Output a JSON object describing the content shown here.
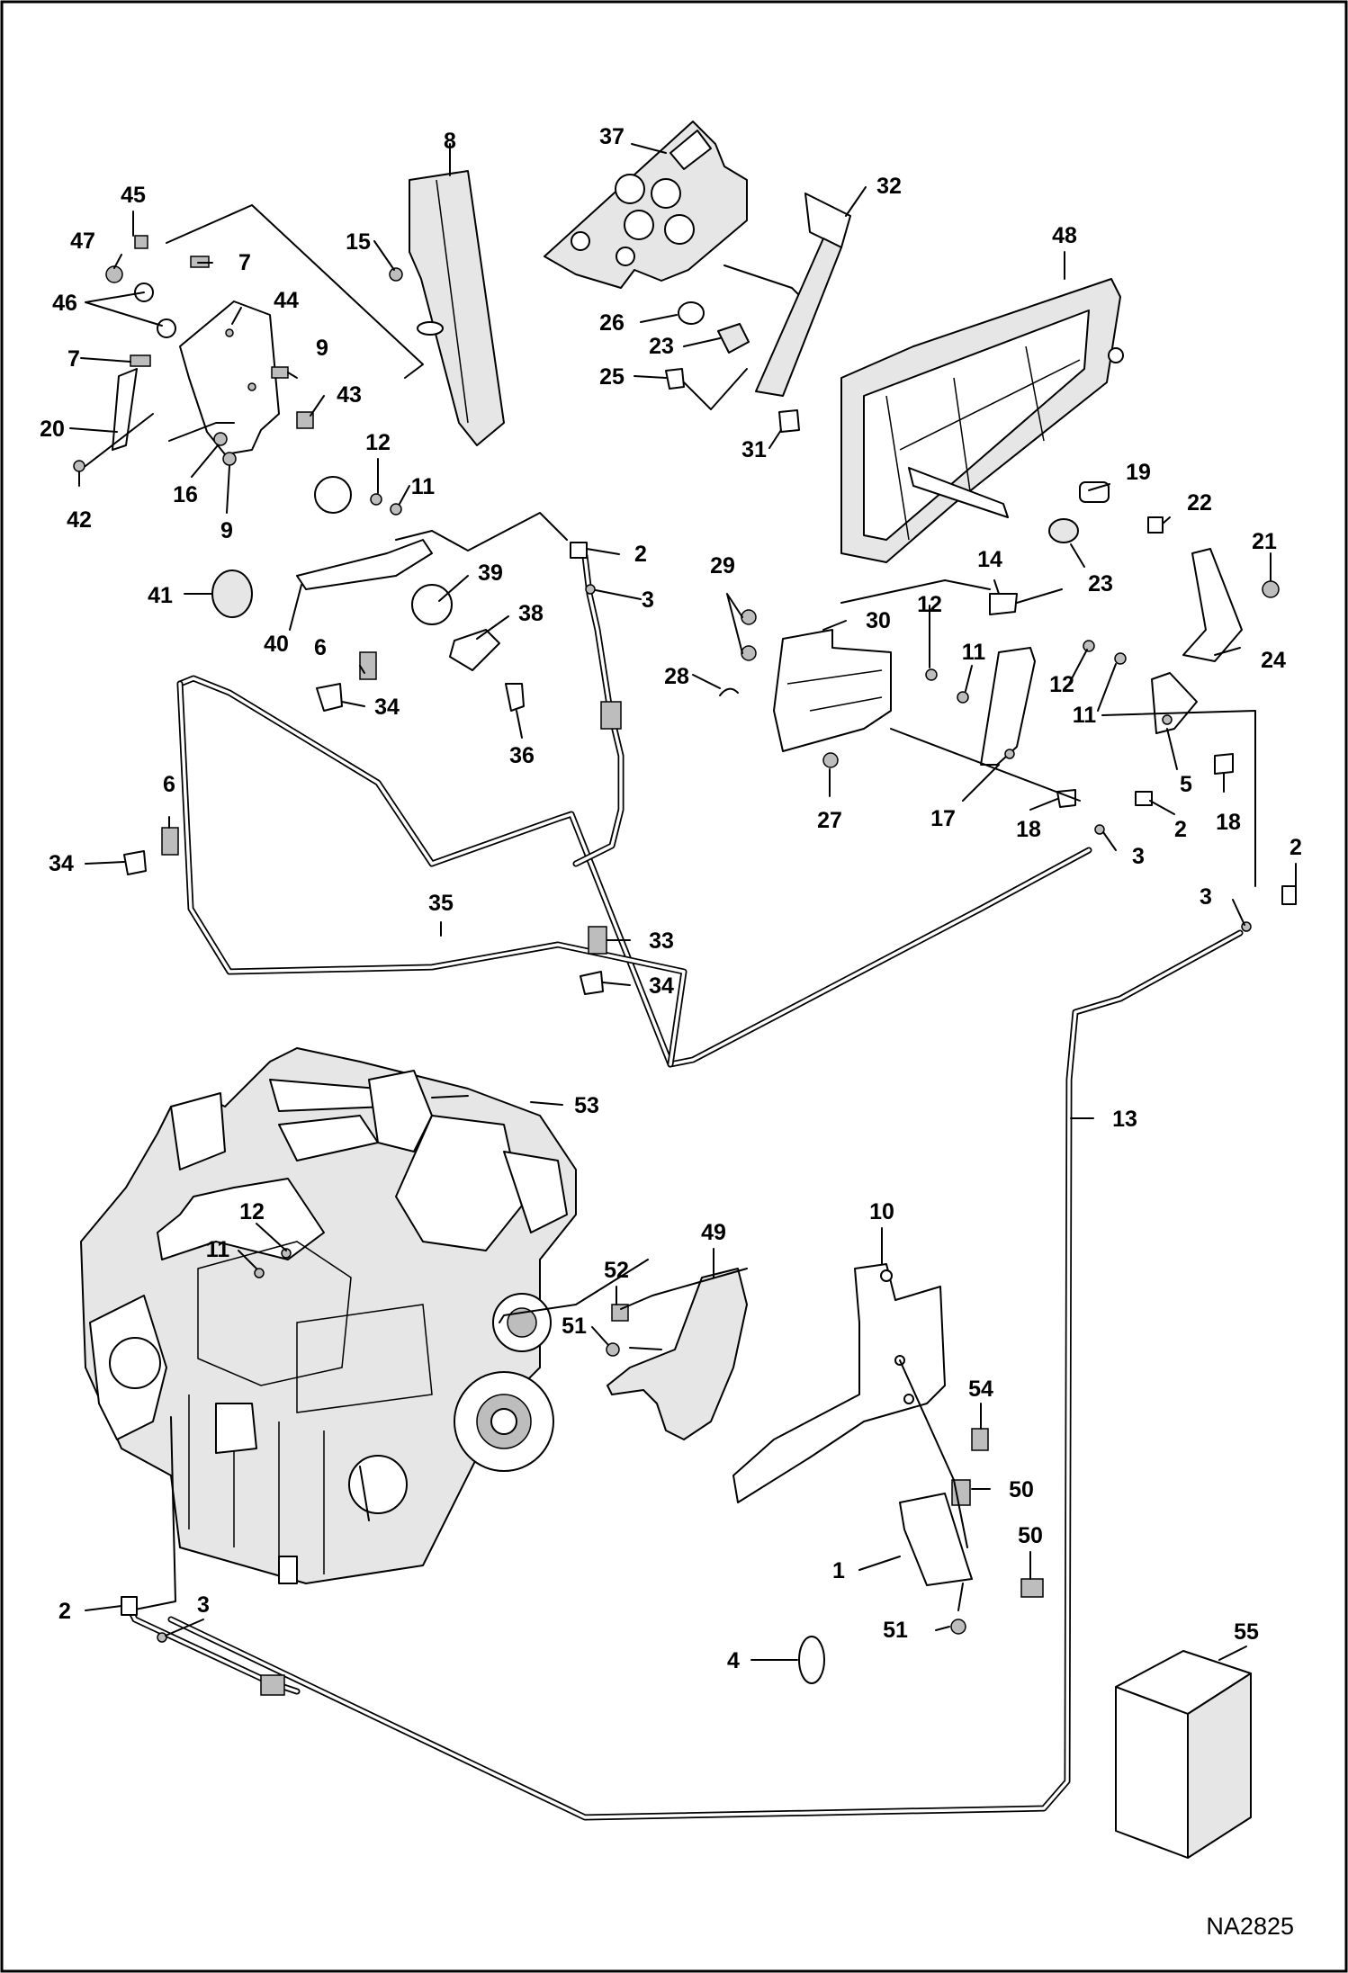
{
  "diagram": {
    "drawing_number": "NA2825",
    "callouts": [
      {
        "id": "c45",
        "label": "45"
      },
      {
        "id": "c47",
        "label": "47"
      },
      {
        "id": "c46",
        "label": "46"
      },
      {
        "id": "c7a",
        "label": "7"
      },
      {
        "id": "c7b",
        "label": "7"
      },
      {
        "id": "c44",
        "label": "44"
      },
      {
        "id": "c9a",
        "label": "9"
      },
      {
        "id": "c43",
        "label": "43"
      },
      {
        "id": "c20",
        "label": "20"
      },
      {
        "id": "c42",
        "label": "42"
      },
      {
        "id": "c16",
        "label": "16"
      },
      {
        "id": "c9b",
        "label": "9"
      },
      {
        "id": "c8",
        "label": "8"
      },
      {
        "id": "c15",
        "label": "15"
      },
      {
        "id": "c12a",
        "label": "12"
      },
      {
        "id": "c11a",
        "label": "11"
      },
      {
        "id": "c2a",
        "label": "2"
      },
      {
        "id": "c3a",
        "label": "3"
      },
      {
        "id": "c41",
        "label": "41"
      },
      {
        "id": "c40",
        "label": "40"
      },
      {
        "id": "c39",
        "label": "39"
      },
      {
        "id": "c38",
        "label": "38"
      },
      {
        "id": "c6a",
        "label": "6"
      },
      {
        "id": "c34a",
        "label": "34"
      },
      {
        "id": "c36",
        "label": "36"
      },
      {
        "id": "c37",
        "label": "37"
      },
      {
        "id": "c32",
        "label": "32"
      },
      {
        "id": "c26",
        "label": "26"
      },
      {
        "id": "c23a",
        "label": "23"
      },
      {
        "id": "c25",
        "label": "25"
      },
      {
        "id": "c31",
        "label": "31"
      },
      {
        "id": "c48",
        "label": "48"
      },
      {
        "id": "c19",
        "label": "19"
      },
      {
        "id": "c22",
        "label": "22"
      },
      {
        "id": "c21",
        "label": "21"
      },
      {
        "id": "c14",
        "label": "14"
      },
      {
        "id": "c23b",
        "label": "23"
      },
      {
        "id": "c24",
        "label": "24"
      },
      {
        "id": "c29",
        "label": "29"
      },
      {
        "id": "c30",
        "label": "30"
      },
      {
        "id": "c12b",
        "label": "12"
      },
      {
        "id": "c11b",
        "label": "11"
      },
      {
        "id": "c12c",
        "label": "12"
      },
      {
        "id": "c11c",
        "label": "11"
      },
      {
        "id": "c28",
        "label": "28"
      },
      {
        "id": "c27",
        "label": "27"
      },
      {
        "id": "c17",
        "label": "17"
      },
      {
        "id": "c18a",
        "label": "18"
      },
      {
        "id": "c2b",
        "label": "2"
      },
      {
        "id": "c5",
        "label": "5"
      },
      {
        "id": "c18b",
        "label": "18"
      },
      {
        "id": "c3b",
        "label": "3"
      },
      {
        "id": "c2c",
        "label": "2"
      },
      {
        "id": "c3c",
        "label": "3"
      },
      {
        "id": "c6b",
        "label": "6"
      },
      {
        "id": "c34b",
        "label": "34"
      },
      {
        "id": "c35",
        "label": "35"
      },
      {
        "id": "c33",
        "label": "33"
      },
      {
        "id": "c34c",
        "label": "34"
      },
      {
        "id": "c53",
        "label": "53"
      },
      {
        "id": "c13",
        "label": "13"
      },
      {
        "id": "c12d",
        "label": "12"
      },
      {
        "id": "c11d",
        "label": "11"
      },
      {
        "id": "c49",
        "label": "49"
      },
      {
        "id": "c10",
        "label": "10"
      },
      {
        "id": "c52",
        "label": "52"
      },
      {
        "id": "c51a",
        "label": "51"
      },
      {
        "id": "c54",
        "label": "54"
      },
      {
        "id": "c50a",
        "label": "50"
      },
      {
        "id": "c50b",
        "label": "50"
      },
      {
        "id": "c1",
        "label": "1"
      },
      {
        "id": "c51b",
        "label": "51"
      },
      {
        "id": "c2d",
        "label": "2"
      },
      {
        "id": "c3d",
        "label": "3"
      },
      {
        "id": "c4",
        "label": "4"
      },
      {
        "id": "c55",
        "label": "55"
      }
    ]
  }
}
